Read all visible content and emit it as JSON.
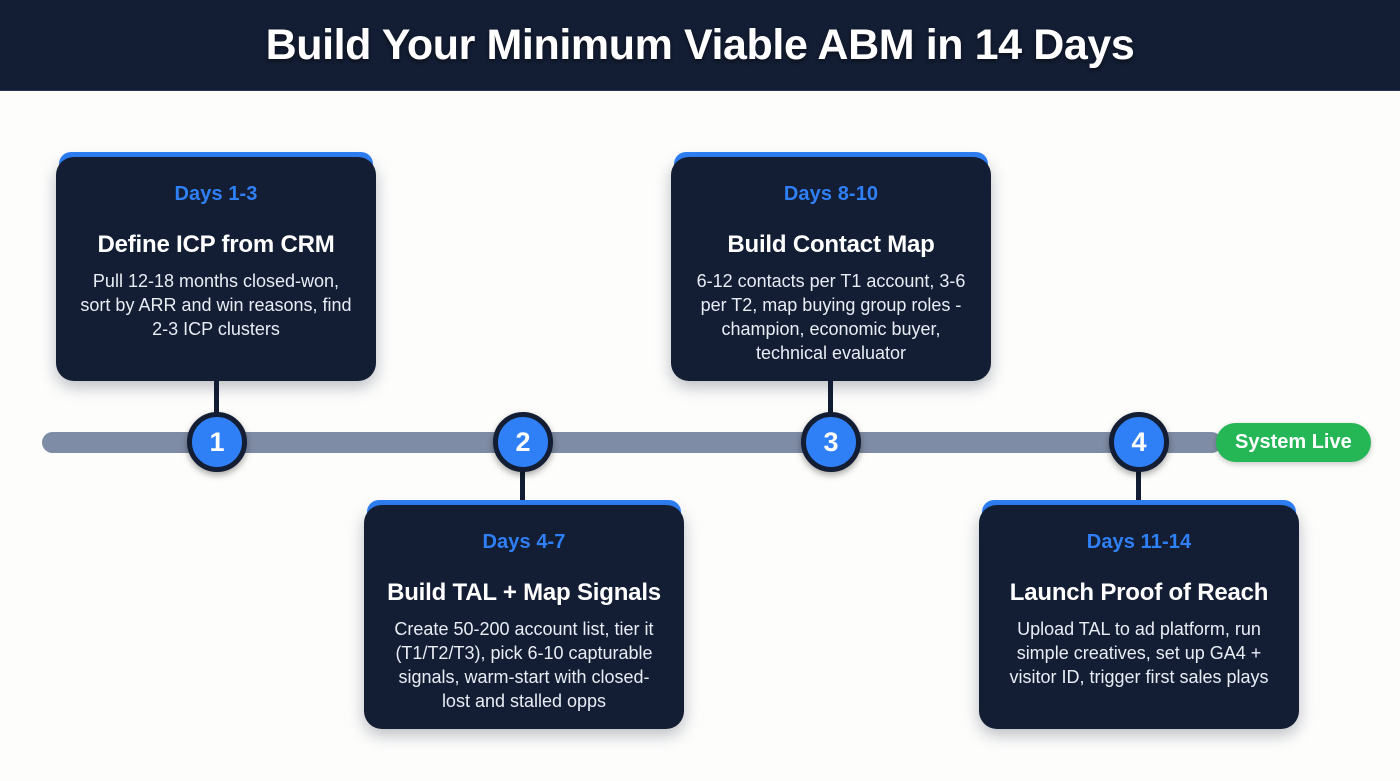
{
  "header": {
    "title": "Build Your Minimum Viable ABM in 14 Days"
  },
  "timeline": {
    "end_badge_label": "System Live",
    "accent_color": "#2f80f6",
    "card_bg_color": "#131d33",
    "rail_color": "#7f8ca5",
    "badge_color": "#25b656",
    "background_color": "#fdfdfc",
    "markers": [
      {
        "number": "1"
      },
      {
        "number": "2"
      },
      {
        "number": "3"
      },
      {
        "number": "4"
      }
    ],
    "steps": [
      {
        "days": "Days 1-3",
        "title": "Define ICP from CRM",
        "description": "Pull 12-18 months closed-won, sort by ARR and win reasons, find 2-3 ICP clusters",
        "position": "above"
      },
      {
        "days": "Days 4-7",
        "title": "Build TAL + Map Signals",
        "description": "Create 50-200 account list, tier it (T1/T2/T3), pick 6-10 capturable signals, warm-start with closed-lost and stalled opps",
        "position": "below"
      },
      {
        "days": "Days 8-10",
        "title": "Build Contact Map",
        "description": "6-12 contacts per T1 account, 3-6 per T2, map buying group roles - champion, economic buyer, technical evaluator",
        "position": "above"
      },
      {
        "days": "Days 11-14",
        "title": "Launch Proof of Reach",
        "description": "Upload TAL to ad platform, run simple creatives, set up GA4 + visitor ID, trigger first sales plays",
        "position": "below"
      }
    ]
  }
}
